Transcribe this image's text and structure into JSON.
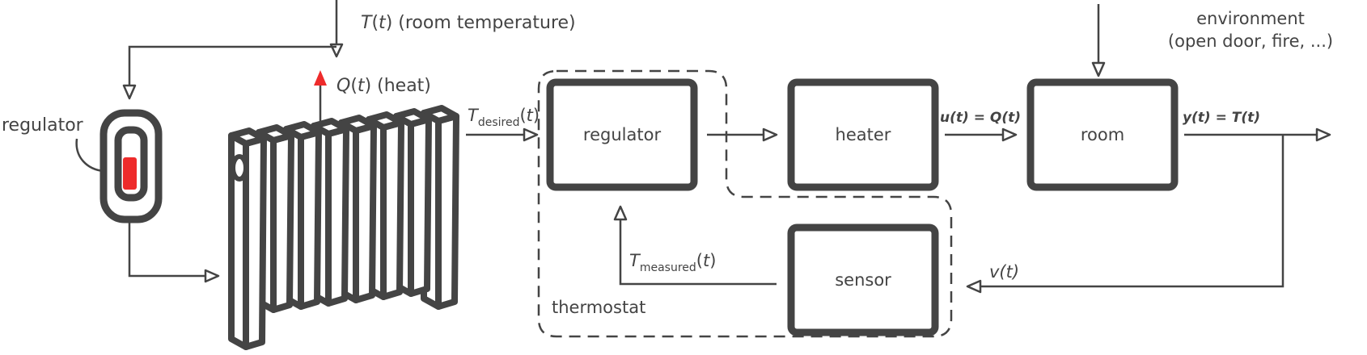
{
  "colors": {
    "stroke": "#444444",
    "heat_accent": "#ee2b2b",
    "background": "#ffffff"
  },
  "left_illustration": {
    "room_temperature_label": {
      "var": "T",
      "arg": "t",
      "text": "(room temperature)"
    },
    "heat_label": {
      "var": "Q",
      "arg": "t",
      "text": "(heat)"
    },
    "regulator_label": "regulator",
    "device_icon": "thermostat-device-icon",
    "radiator_icon": "radiator-icon",
    "radiator_fin_count": 8
  },
  "block_diagram": {
    "input_label": {
      "var": "T",
      "sub": "desired",
      "arg": "t"
    },
    "blocks": {
      "regulator": "regulator",
      "heater": "heater",
      "room": "room",
      "sensor": "sensor"
    },
    "signals": {
      "u": "u(t) = Q(t)",
      "y": "y(t) = T(t)",
      "v": "v(t)",
      "measured": {
        "var": "T",
        "sub": "measured",
        "arg": "t"
      }
    },
    "disturbance_label_line1": "environment",
    "disturbance_label_line2": "(open door, fire, ...)",
    "group_label": "thermostat"
  }
}
